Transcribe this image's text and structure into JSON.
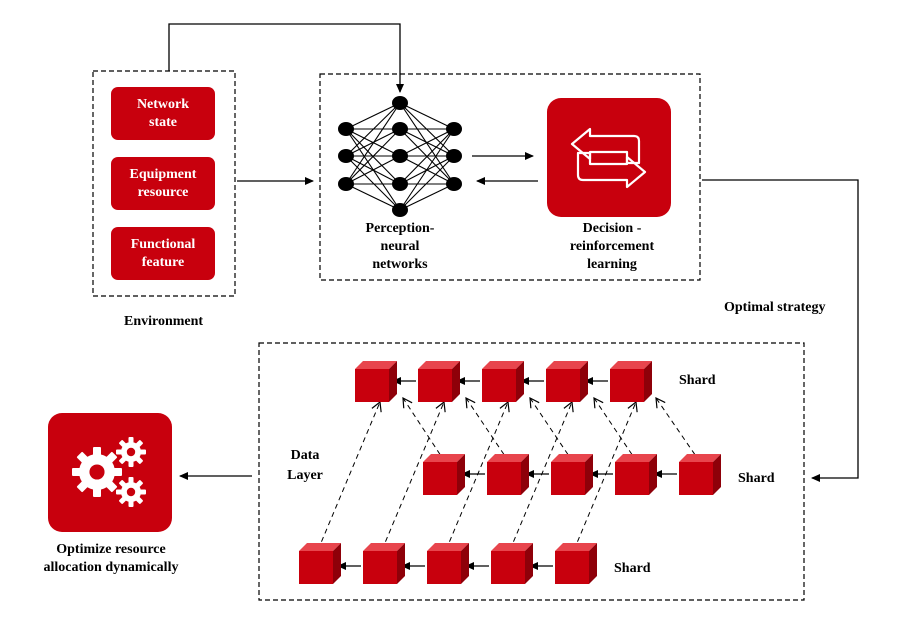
{
  "environment": {
    "title": "Environment",
    "items": [
      {
        "label": "Network state"
      },
      {
        "label": "Equipment resource"
      },
      {
        "label": "Functional feature"
      }
    ]
  },
  "perception": {
    "label": "Perception-neural networks",
    "icon": "neural-network-icon"
  },
  "decision": {
    "label": "Decision - reinforcement learning",
    "icon": "repeat-arrows-icon"
  },
  "strategy_label": "Optimal strategy",
  "data_layer": {
    "label": "Data Layer",
    "shards": [
      {
        "label": "Shard"
      },
      {
        "label": "Shard"
      },
      {
        "label": "Shard"
      }
    ]
  },
  "output": {
    "label": "Optimize resource allocation dynamically",
    "icon": "gears-icon"
  },
  "colors": {
    "accent_red": "#c8000d",
    "cube_front": "#c8000d",
    "cube_top": "#e8454d",
    "cube_side": "#8e0009"
  }
}
